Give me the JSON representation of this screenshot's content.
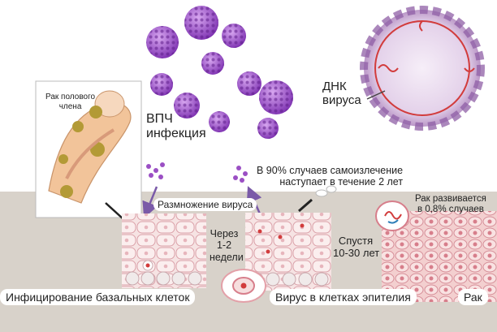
{
  "labels": {
    "inset": [
      "Рак полового",
      "члена"
    ],
    "hpv": [
      "ВПЧ",
      "инфекция"
    ],
    "dna": [
      "ДНК",
      "вируса"
    ],
    "self_healing": [
      "В 90% случаев самоизлечение",
      "наступает в течение 2 лет"
    ],
    "replication": "Размножение вируса",
    "after_weeks": [
      "Через",
      "1-2",
      "недели"
    ],
    "after_years": [
      "Спустя",
      "10-30 лет"
    ],
    "cancer_rate": [
      "Рак развивается",
      "в 0,8% случаев"
    ]
  },
  "stages": {
    "basal": "Инфицирование базальных клеток",
    "epithelium": "Вирус в клетках эпителия",
    "cancer": "Рак"
  },
  "colors": {
    "virus": "#9b4fc4",
    "background_band": "#d8d2ca",
    "cell_outline": "#d9a0a8",
    "dna_strand": "#d23c3c"
  }
}
